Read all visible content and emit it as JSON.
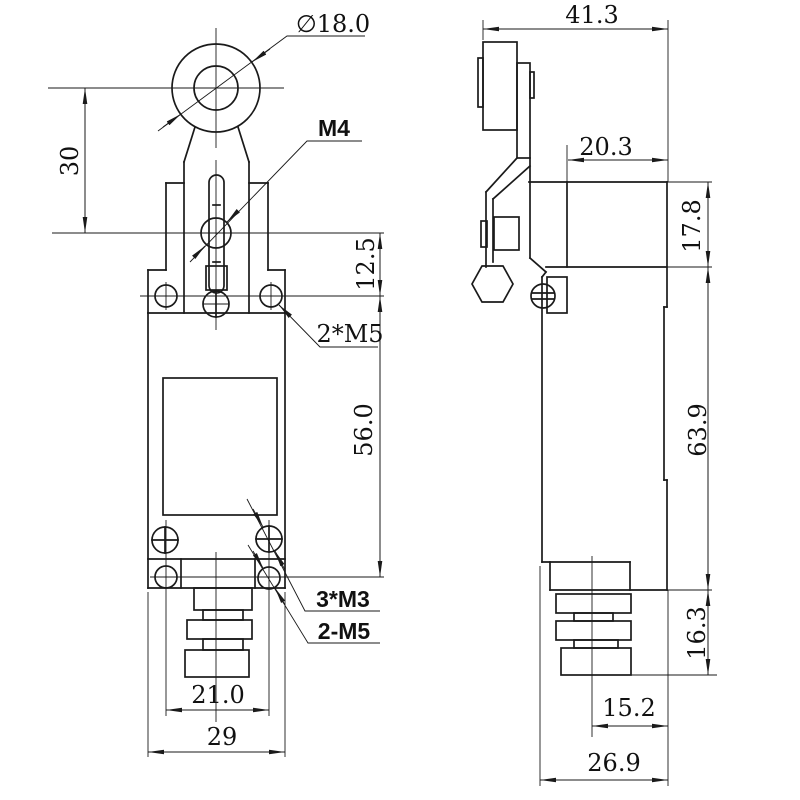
{
  "colors": {
    "line": "#1a1a1a",
    "background": "#ffffff"
  },
  "front_view": {
    "labels": {
      "roller_diameter": "∅18.0",
      "lever_hole_thread": "M4",
      "side_mount_thread": "2*M5",
      "cover_screw_thread": "3*M3",
      "bottom_hole_thread": "2-M5"
    },
    "dimensions": {
      "roller_center_to_shaft": "30",
      "shaft_to_head_holes": "12.5",
      "head_holes_to_bottom_holes": "56.0",
      "bottom_hole_spacing": "21.0",
      "body_width": "29"
    }
  },
  "side_view": {
    "dimensions": {
      "overall_depth": "41.3",
      "head_depth": "20.3",
      "head_height": "17.8",
      "body_height": "63.9",
      "gland_height": "16.3",
      "gland_center_offset": "15.2",
      "base_depth": "26.9"
    }
  }
}
